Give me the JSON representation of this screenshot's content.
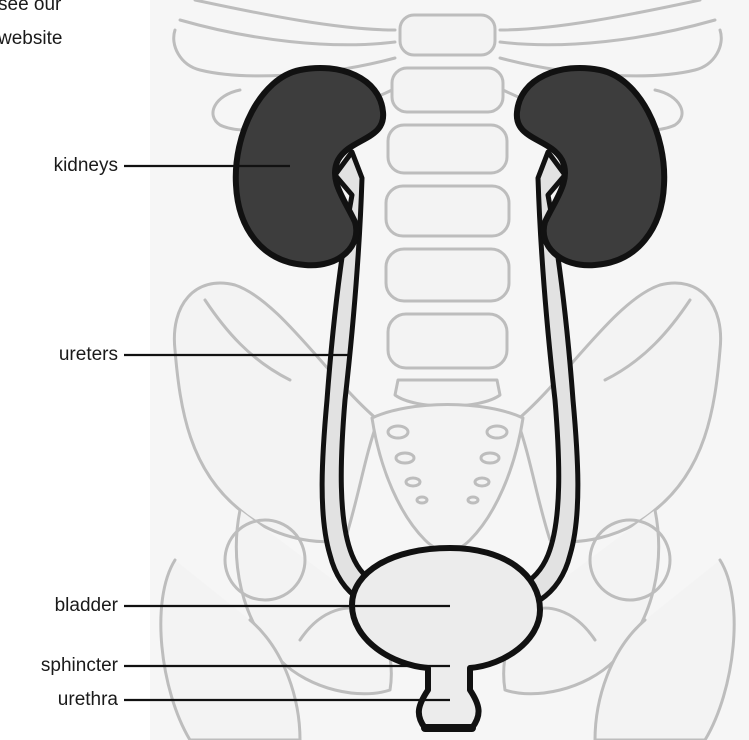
{
  "note": {
    "line1": "see our",
    "line2": "website"
  },
  "labels": {
    "kidneys": "kidneys",
    "ureters": "ureters",
    "bladder": "bladder",
    "sphincter": "sphincter",
    "urethra": "urethra"
  },
  "colors": {
    "kidney_fill": "#3d3d3d",
    "outline": "#111111",
    "bone_stroke": "#bdbdbd",
    "ureter_fill": "#e2e2e2",
    "bladder_fill": "#ececec",
    "panel_bg": "#f6f6f6"
  }
}
